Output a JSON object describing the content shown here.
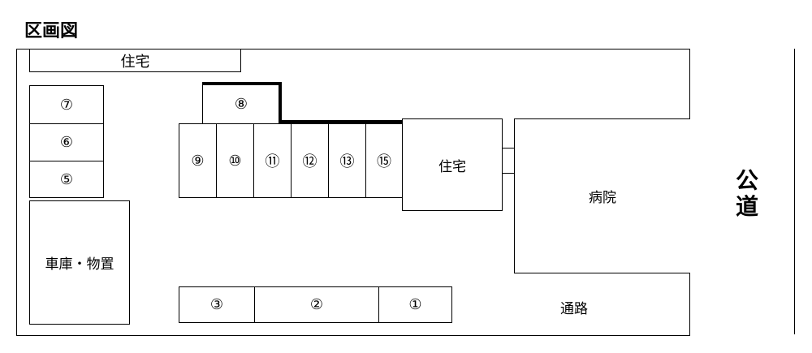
{
  "title": "区画図",
  "labels": {
    "house_top": "住宅",
    "house_center": "住宅",
    "hospital": "病院",
    "garage": "車庫・物置",
    "passage": "通路",
    "public_road": "公道"
  },
  "spaces": {
    "s1": "①",
    "s2": "②",
    "s3": "③",
    "s5": "⑤",
    "s6": "⑥",
    "s7": "⑦",
    "s8": "⑧",
    "s9": "⑨",
    "s10": "⑩",
    "s11": "⑪",
    "s12": "⑫",
    "s13": "⑬",
    "s15": "⑮"
  }
}
